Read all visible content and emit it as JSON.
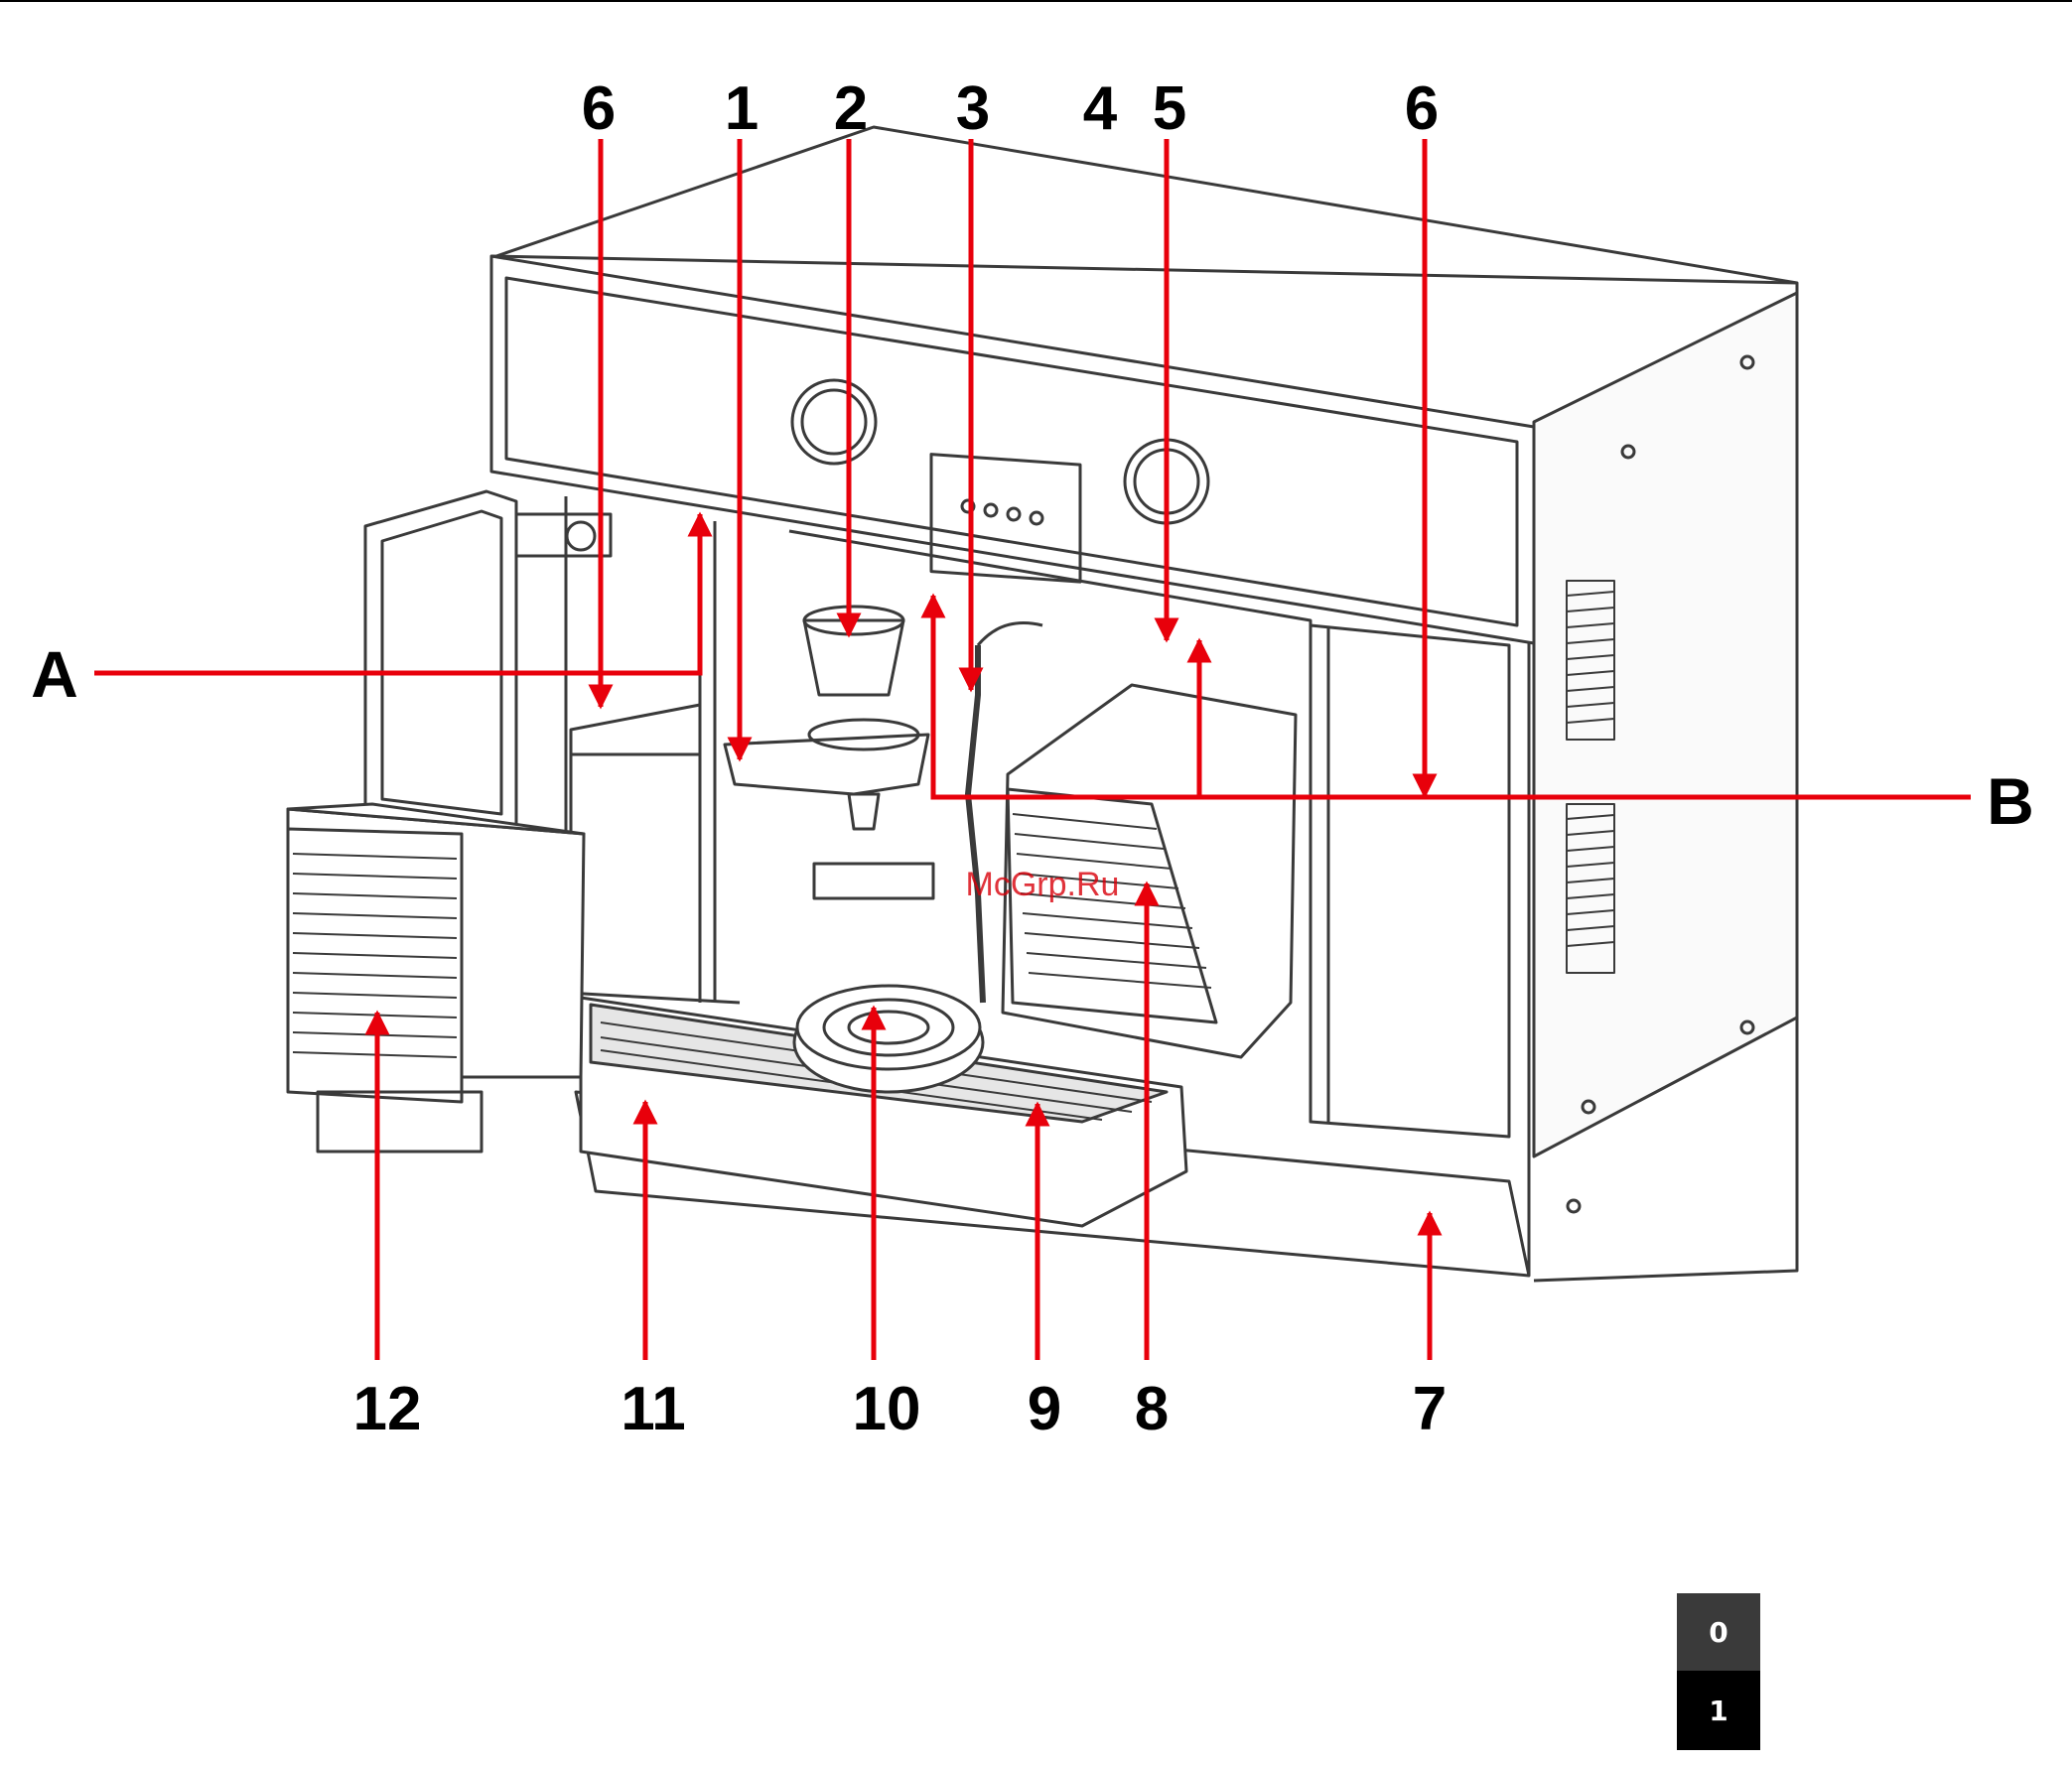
{
  "diagram": {
    "labels": {
      "n1": "1",
      "n2": "2",
      "n3": "3",
      "n4": "4",
      "n5": "5",
      "n6_left": "6",
      "n6_right": "6",
      "n7": "7",
      "n8": "8",
      "n9": "9",
      "n10": "10",
      "n11": "11",
      "n12": "12",
      "A": "A",
      "B": "B"
    },
    "watermark": "McGrp.Ru",
    "colors": {
      "arrow": "#e8000b",
      "line": "#3a3a3a",
      "text": "#000000"
    }
  },
  "pager": {
    "items": [
      {
        "label": "0",
        "active": false
      },
      {
        "label": "1",
        "active": true
      }
    ]
  }
}
